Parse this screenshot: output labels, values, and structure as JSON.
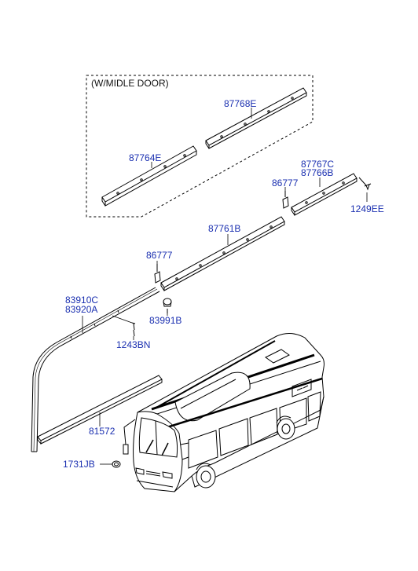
{
  "diagram": {
    "group_title": "(W/MIDLE DOOR)",
    "colors": {
      "label": "#1a2fb0",
      "line": "#000000",
      "background": "#ffffff"
    },
    "part_labels": {
      "p87768E": "87768E",
      "p87764E": "87764E",
      "p87767C": "87767C",
      "p87766B": "87766B",
      "p86777a": "86777",
      "p1249EE": "1249EE",
      "p87761B": "87761B",
      "p86777b": "86777",
      "p83910C": "83910C",
      "p83920A": "83920A",
      "p83991B": "83991B",
      "p1243BN": "1243BN",
      "p81572": "81572",
      "p1731JB": "1731JB"
    }
  }
}
